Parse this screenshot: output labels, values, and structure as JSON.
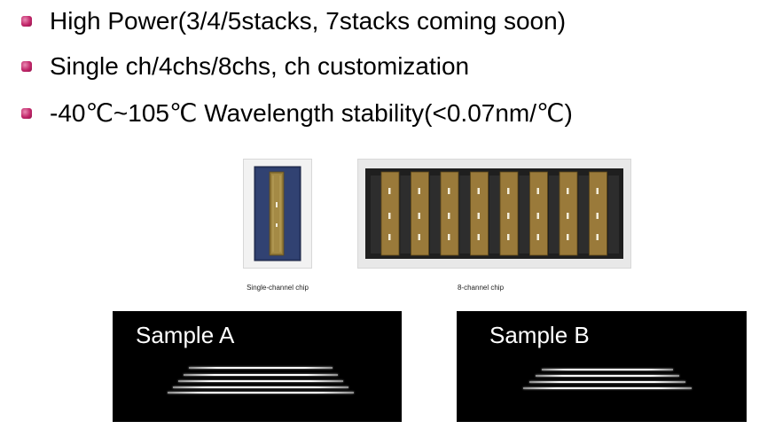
{
  "bullets": [
    {
      "text": "High Power(3/4/5stacks, 7stacks coming soon)"
    },
    {
      "text": "Single ch/4chs/8chs, ch customization"
    },
    {
      "text": "-40℃~105℃ Wavelength stability(<0.07nm/℃)"
    }
  ],
  "images": {
    "single_channel_caption": "Single-channel chip",
    "eight_channel_caption": "8-channel chip"
  },
  "samples": {
    "a_label": "Sample A",
    "b_label": "Sample B"
  },
  "colors": {
    "bullet": "#c2276a",
    "chip_substrate": "#2a3560",
    "chip_gold": "#9a7a3a"
  }
}
